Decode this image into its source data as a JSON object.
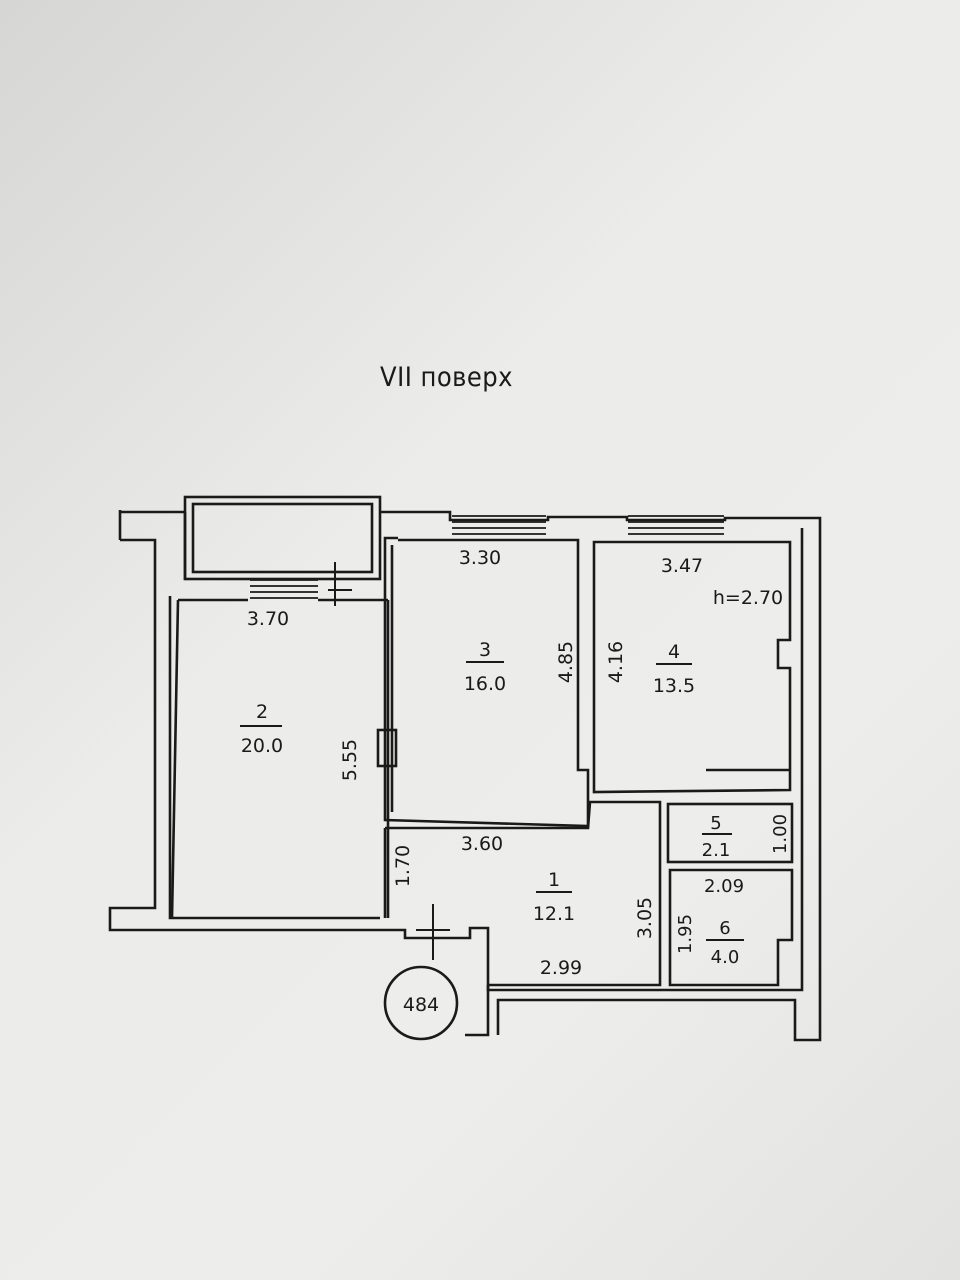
{
  "title": "VII поверх",
  "ceiling_height": "h=2.70",
  "apartment_number": "484",
  "rooms": [
    {
      "number": "1",
      "area": "12.1"
    },
    {
      "number": "2",
      "area": "20.0"
    },
    {
      "number": "3",
      "area": "16.0"
    },
    {
      "number": "4",
      "area": "13.5"
    },
    {
      "number": "5",
      "area": "2.1"
    },
    {
      "number": "6",
      "area": "4.0"
    }
  ],
  "dimensions": {
    "room2_width": "3.70",
    "room2_height": "5.55",
    "room3_width": "3.30",
    "room3_height": "4.85",
    "room4_width": "3.47",
    "room4_height": "4.16",
    "room1_width_top": "3.60",
    "room1_width_bottom": "2.99",
    "room1_height_left": "1.70",
    "room1_height_right": "3.05",
    "room5_height": "1.00",
    "room6_width": "2.09",
    "room6_height": "1.95"
  }
}
